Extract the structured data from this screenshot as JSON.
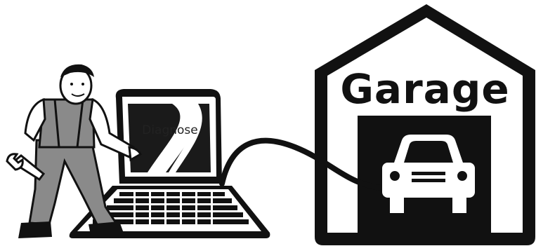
{
  "laptop": {
    "screen_text": "Diagnose"
  },
  "garage": {
    "sign_text": "Garage"
  },
  "icons": [
    "mechanic-figure",
    "wrench-icon",
    "laptop-icon",
    "cable",
    "garage-building-icon",
    "car-icon"
  ],
  "colors": {
    "ink": "#111111",
    "overalls": "#8a8a8a",
    "paper": "#ffffff"
  }
}
